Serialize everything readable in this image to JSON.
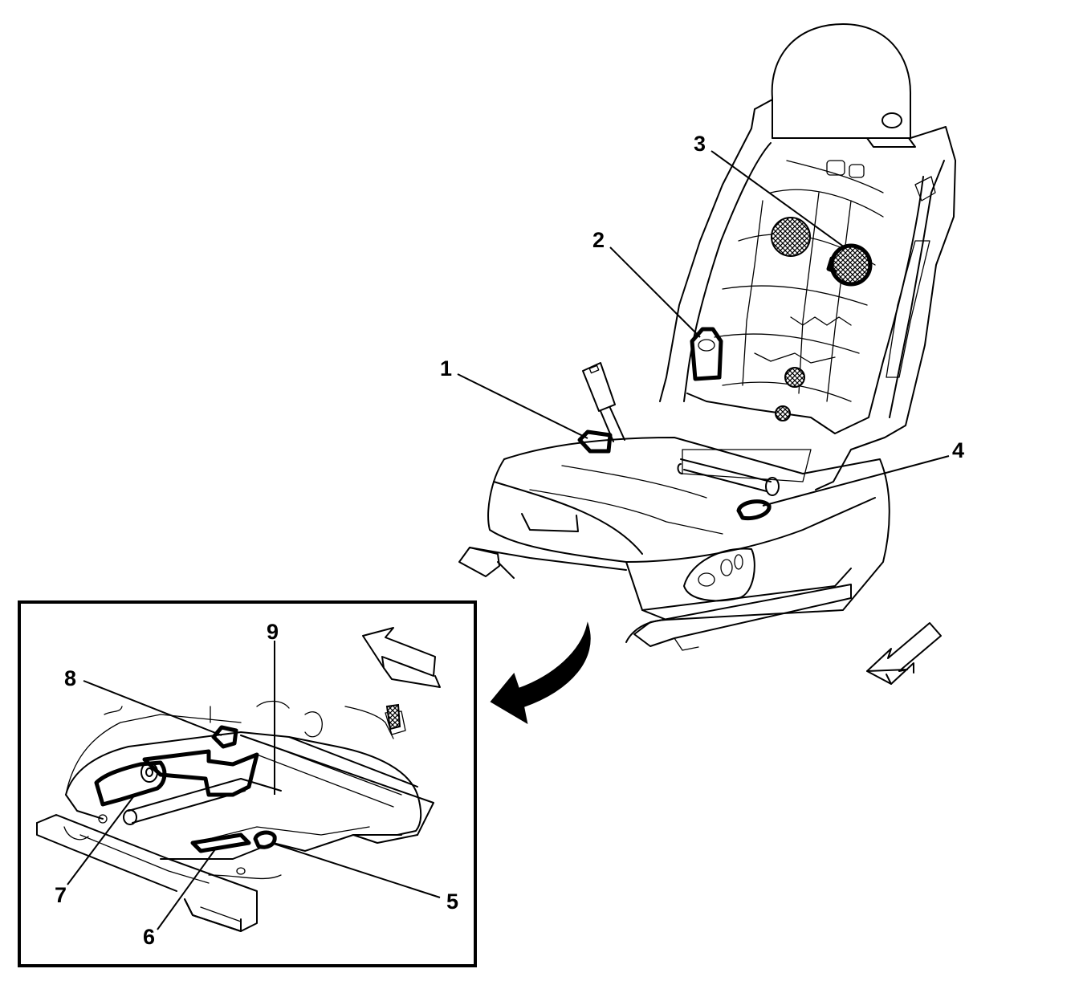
{
  "callouts": {
    "c1": "1",
    "c2": "2",
    "c3": "3",
    "c4": "4",
    "c5": "5",
    "c6": "6",
    "c7": "7",
    "c8": "8",
    "c9": "9"
  },
  "icons": {
    "forward_arrow_main": "direction-arrow-icon",
    "forward_arrow_inset": "direction-arrow-icon",
    "view_arrow": "curved-arrow-icon"
  }
}
